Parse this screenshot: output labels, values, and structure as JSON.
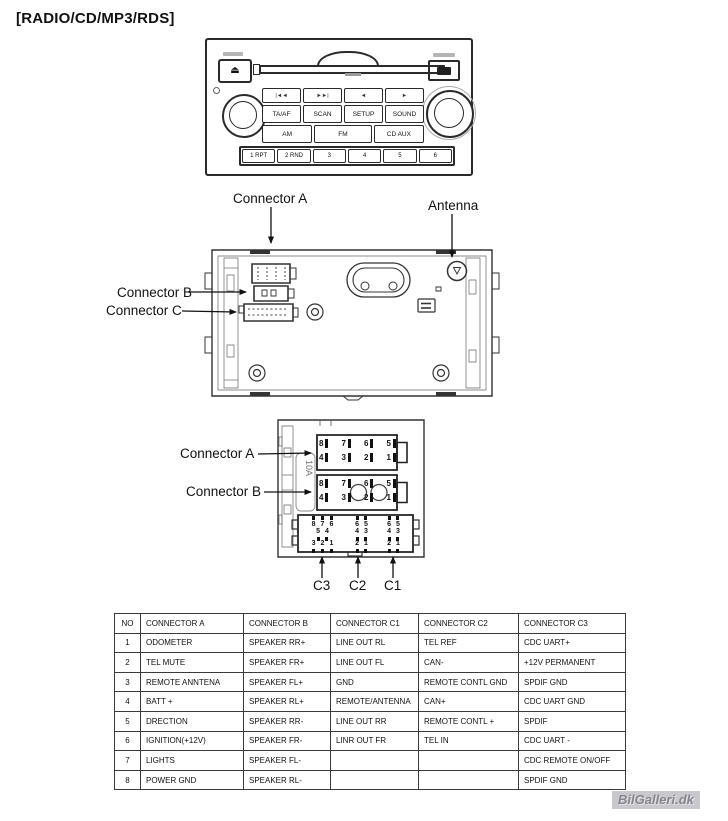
{
  "title": "[RADIO/CD/MP3/RDS]",
  "watermark": "BilGalleri.dk",
  "colors": {
    "line": "#2a2a2a",
    "watermark_bg": "#c9c9cd",
    "watermark_text": "#85858e"
  },
  "front_panel": {
    "eject_icon": "⏏",
    "seek_buttons": [
      "|◄◄",
      "►►|",
      "◄",
      "►"
    ],
    "function_buttons": [
      "TA/AF",
      "SCAN",
      "SETUP",
      "SOUND"
    ],
    "band_buttons": [
      "AM",
      "FM",
      "CD AUX"
    ],
    "preset_buttons": [
      "1 RPT",
      "2 RND",
      "3",
      "4",
      "5",
      "6"
    ]
  },
  "rear_view": {
    "connector_a": "Connector A",
    "connector_b": "Connector B",
    "connector_c": "Connector C",
    "antenna": "Antenna"
  },
  "pinout": {
    "connector_a": "Connector A",
    "connector_b": "Connector B",
    "fuse": "10A",
    "a_top": [
      "8",
      "7",
      "6",
      "5"
    ],
    "a_bottom": [
      "4",
      "3",
      "2",
      "1"
    ],
    "b_top": [
      "8",
      "7",
      "6",
      "5"
    ],
    "b_bottom": [
      "4",
      "3",
      "2",
      "1"
    ],
    "c3_label": "C3",
    "c2_label": "C2",
    "c1_label": "C1",
    "c3_rows": [
      [
        "8",
        "7",
        "6"
      ],
      [
        "5",
        "4"
      ],
      [
        "3",
        "2",
        "1"
      ]
    ],
    "c2_rows": [
      [
        "6",
        "5"
      ],
      [
        "4",
        "3"
      ],
      [
        "2",
        "1"
      ]
    ],
    "c1_rows": [
      [
        "6",
        "5"
      ],
      [
        "4",
        "3"
      ],
      [
        "2",
        "1"
      ]
    ]
  },
  "table": {
    "headers": [
      "NO",
      "CONNECTOR A",
      "CONNECTOR B",
      "CONNECTOR C1",
      "CONNECTOR C2",
      "CONNECTOR C3"
    ],
    "rows": [
      [
        "1",
        "ODOMETER",
        "SPEAKER RR+",
        "LINE OUT RL",
        "TEL REF",
        "CDC UART+"
      ],
      [
        "2",
        "TEL MUTE",
        "SPEAKER FR+",
        "LINE OUT FL",
        "CAN-",
        "+12V PERMANENT"
      ],
      [
        "3",
        "REMOTE ANNTENA",
        "SPEAKER FL+",
        "GND",
        "REMOTE CONTL GND",
        "SPDIF GND"
      ],
      [
        "4",
        "BATT +",
        "SPEAKER RL+",
        "REMOTE/ANTENNA",
        "CAN+",
        "CDC UART GND"
      ],
      [
        "5",
        "DRECTION",
        "SPEAKER RR-",
        "LINE OUT RR",
        "REMOTE CONTL +",
        "SPDIF"
      ],
      [
        "6",
        "IGNITION(+12V)",
        "SPEAKER FR-",
        "LINR OUT FR",
        "TEL IN",
        "CDC UART -"
      ],
      [
        "7",
        "LIGHTS",
        "SPEAKER FL-",
        "",
        "",
        "CDC REMOTE ON/OFF"
      ],
      [
        "8",
        "POWER GND",
        "SPEAKER RL-",
        "",
        "",
        "SPDIF GND"
      ]
    ]
  }
}
